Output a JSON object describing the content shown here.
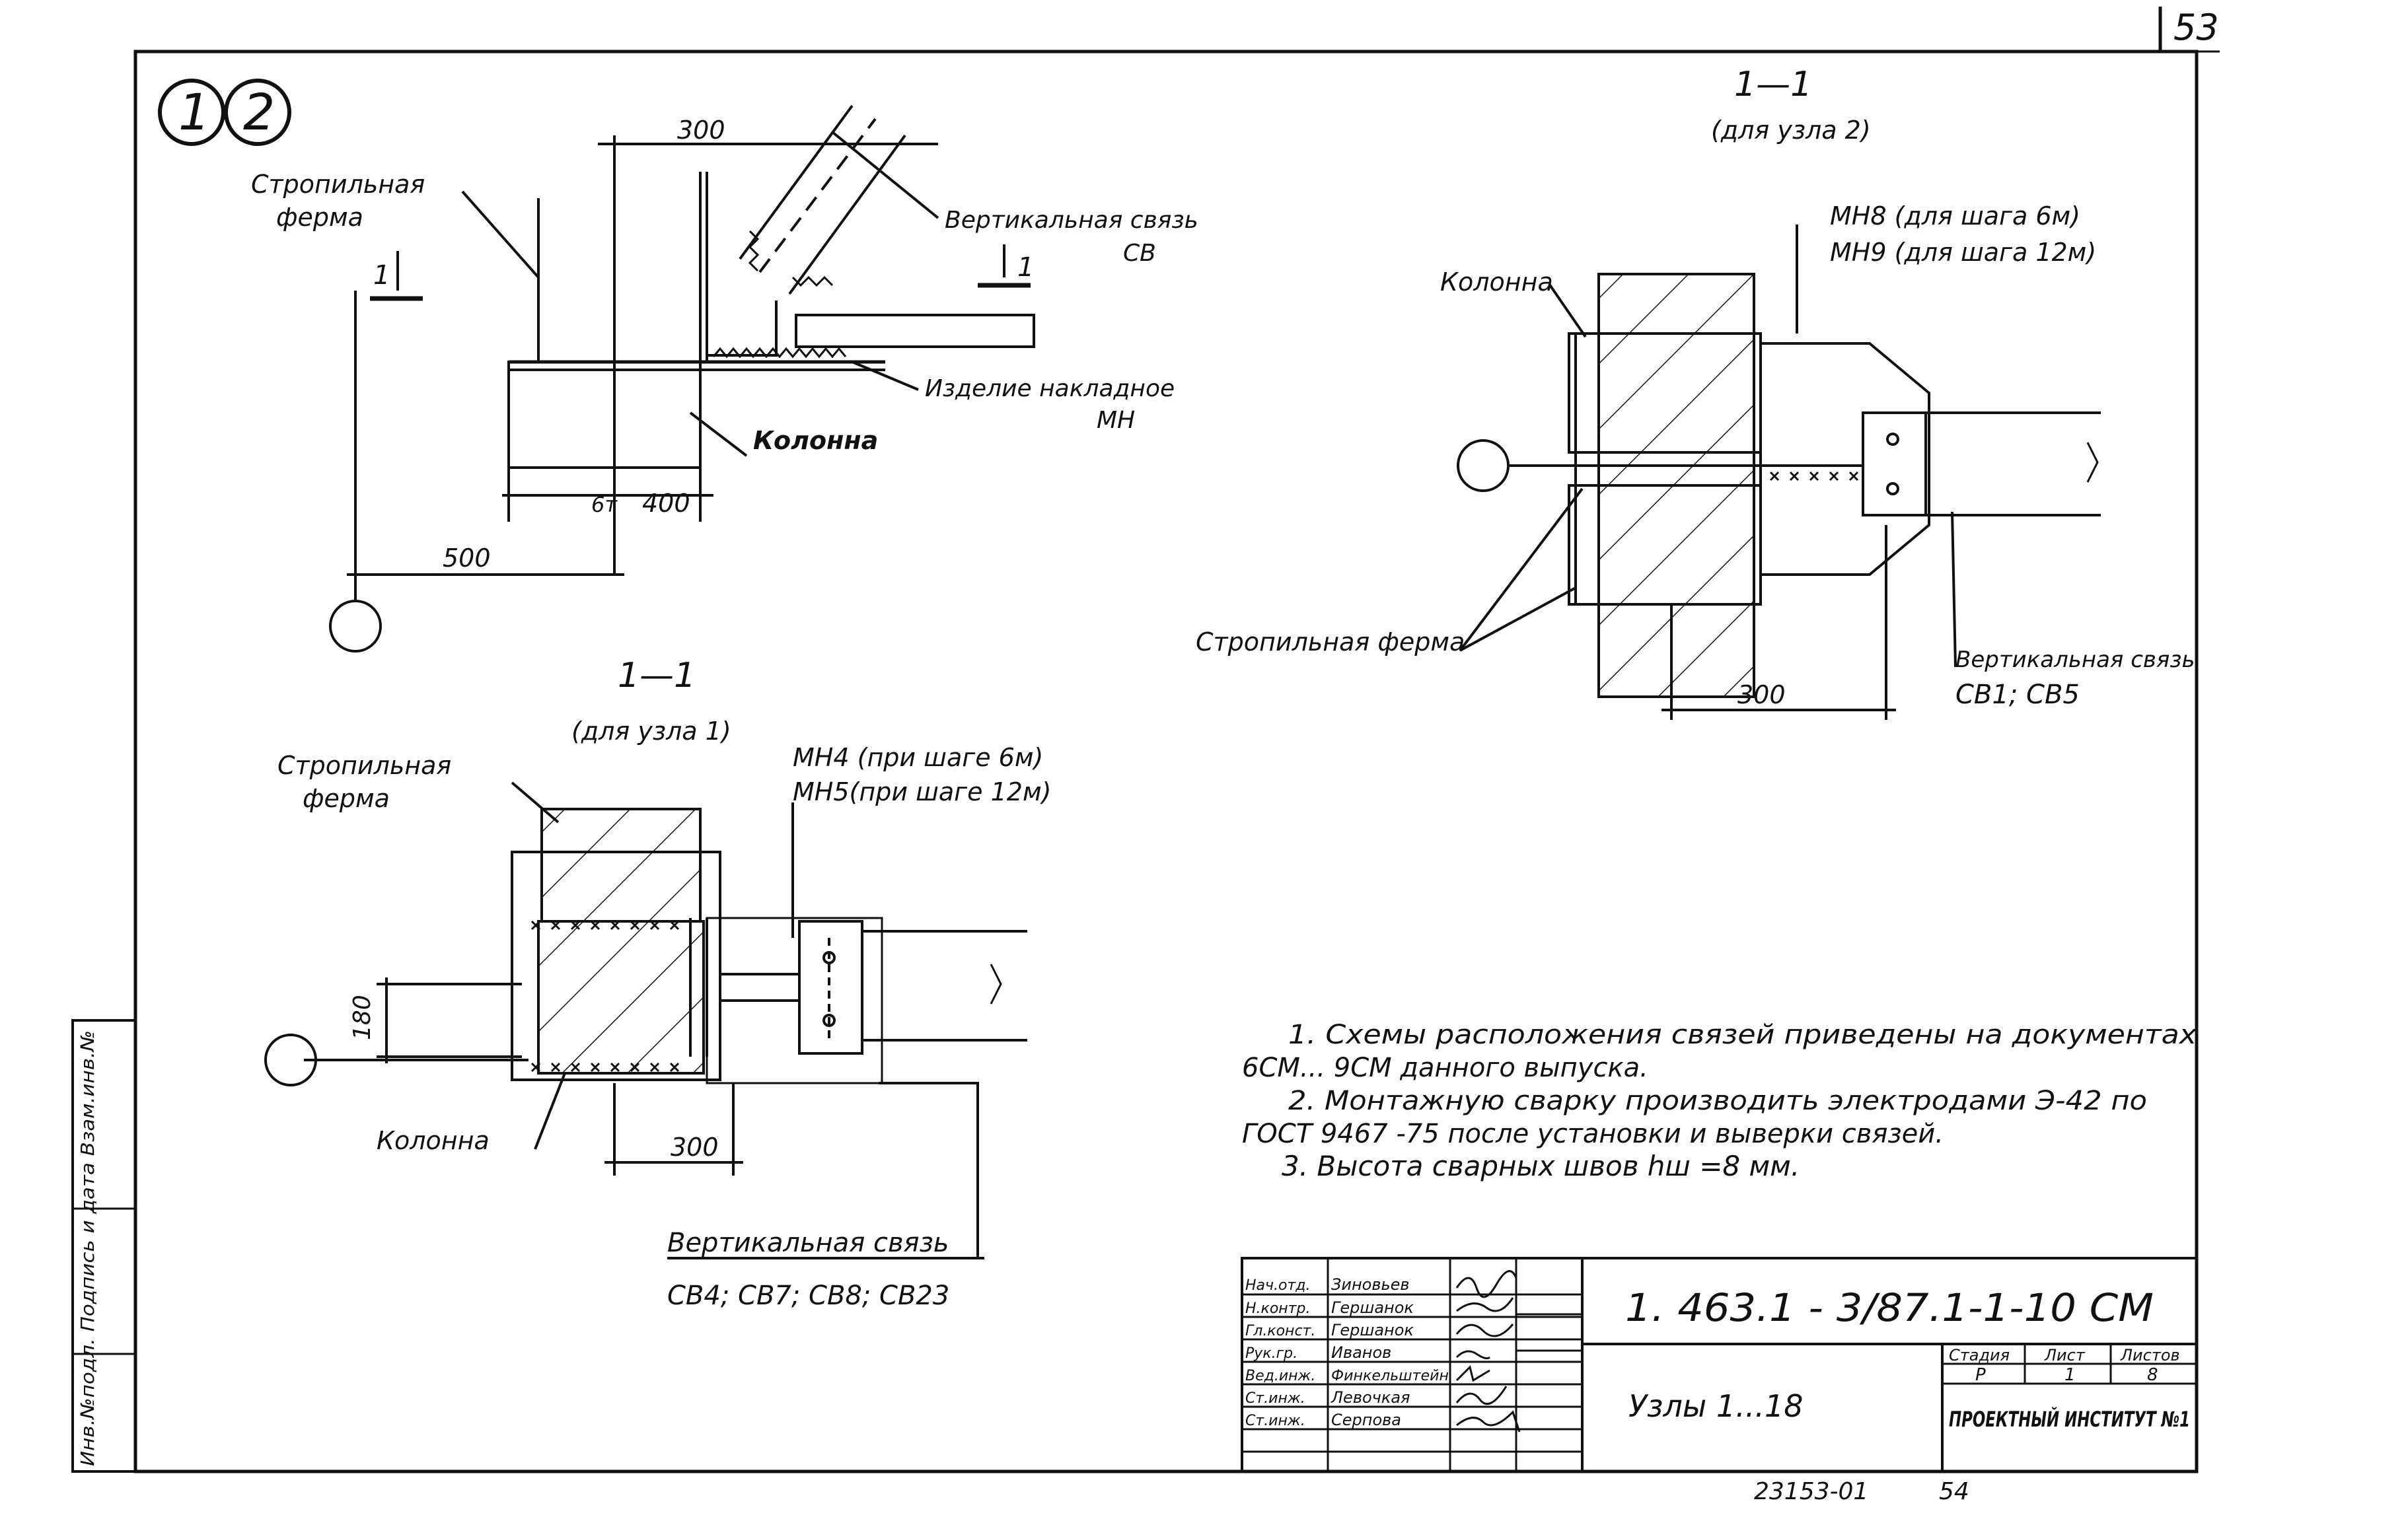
{
  "sheet_number": "53",
  "node_marks": [
    "1",
    "2"
  ],
  "node1_view": {
    "label_truss": [
      "Стропильная",
      "ферма"
    ],
    "label_brace": [
      "Вертикальная связь",
      "СВ"
    ],
    "label_embed": [
      "Изделие накладное",
      "МН"
    ],
    "label_column": "Колонна",
    "section_mark_left": "1",
    "section_mark_right": "1",
    "dim_top": "300",
    "dim_mid_a": "6т",
    "dim_mid_b": "400",
    "dim_bottom": "500"
  },
  "section_1_1_node1": {
    "title": "1—1",
    "subtitle": "(для узла 1)",
    "label_truss": [
      "Стропильная",
      "ферма"
    ],
    "label_mh": [
      "МН4 (при шаге 6м)",
      "МН5(при шаге 12м)"
    ],
    "label_column": "Колонна",
    "label_brace": "Вертикальная связь",
    "brace_codes": "СВ4; СВ7; СВ8; СВ23",
    "dim_vertical": "180",
    "dim_horizontal": "300"
  },
  "section_1_1_node2": {
    "title": "1—1",
    "subtitle": "(для узла 2)",
    "label_mh": [
      "МН8 (для шага 6м)",
      "МН9 (для шага 12м)"
    ],
    "label_column": "Колонна",
    "label_truss": "Стропильная ферма",
    "label_brace": "Вертикальная связь",
    "brace_codes": "СВ1; СВ5",
    "dim_horizontal": "300"
  },
  "notes": [
    "1. Схемы расположения связей приведены на документах",
    "6СМ... 9СМ данного выпуска.",
    "2. Монтажную сварку производить электродами Э-42 по",
    "ГОСТ 9467 -75 после установки и выверки связей.",
    "3. Высота сварных швов hш =8 мм."
  ],
  "side_strip": "Инв.№подл. Подпись и дата Взам.инв.№",
  "title_block": {
    "code": "1. 463.1 - 3/87.1-1-10 СМ",
    "name": "Узлы 1...18",
    "roles": [
      "Нач.отд.",
      "Н.контр.",
      "Гл.конст.",
      "Рук.гр.",
      "Вед.инж.",
      "Ст.инж.",
      "Ст.инж."
    ],
    "people": [
      "Зиновьев",
      "Гершанок",
      "Гершанок",
      "Иванов",
      "Финкельштейн",
      "Левочкая",
      "Серпова"
    ],
    "stage_header": "Стадия",
    "sheet_header": "Лист",
    "sheets_header": "Листов",
    "stage": "Р",
    "sheet": "1",
    "sheets": "8",
    "org": "ПРОЕКТНЫЙ ИНСТИТУТ №1"
  },
  "footer_numbers": [
    "23153-01",
    "54"
  ]
}
